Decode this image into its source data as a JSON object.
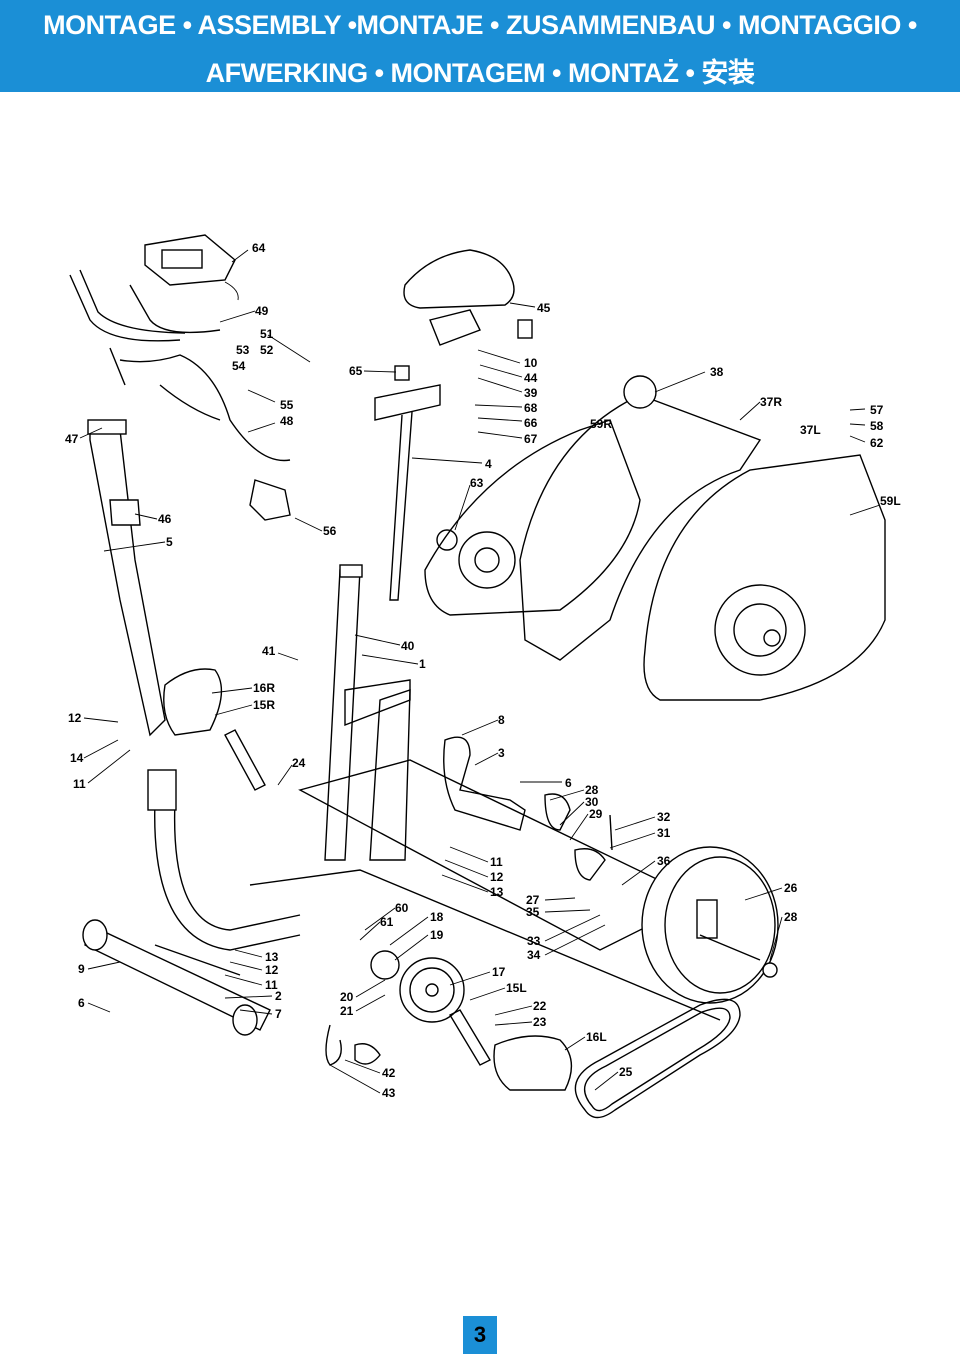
{
  "header": {
    "line1": "MONTAGE • ASSEMBLY •MONTAJE • ZUSAMMENBAU • MONTAGGIO •",
    "line2": "AFWERKING • MONTAGEM • MONTAŻ • 安装"
  },
  "colors": {
    "header_bg": "#1b8fd6",
    "header_text": "#ffffff",
    "line_art": "#000000"
  },
  "callouts": {
    "c64": "64",
    "c49": "49",
    "c51": "51",
    "c53": "53",
    "c52": "52",
    "c54": "54",
    "c55": "55",
    "c48": "48",
    "c47": "47",
    "c65": "65",
    "c45": "45",
    "c10": "10",
    "c44": "44",
    "c39": "39",
    "c68": "68",
    "c66": "66",
    "c67": "67",
    "c4": "4",
    "c63": "63",
    "c38": "38",
    "c37R": "37R",
    "c57": "57",
    "c58": "58",
    "c62": "62",
    "c59R": "59R",
    "c37L": "37L",
    "c59L": "59L",
    "c46": "46",
    "c5": "5",
    "c56": "56",
    "c41": "41",
    "c40": "40",
    "c1": "1",
    "c16R": "16R",
    "c15R": "15R",
    "c12a": "12",
    "c14": "14",
    "c11a": "11",
    "c24": "24",
    "c8": "8",
    "c3": "3",
    "c6a": "6",
    "c28a": "28",
    "c30": "30",
    "c29": "29",
    "c32": "32",
    "c31": "31",
    "c36": "36",
    "c11b": "11",
    "c12b": "12",
    "c13a": "13",
    "c27": "27",
    "c35": "35",
    "c26": "26",
    "c28b": "28",
    "c60": "60",
    "c61": "61",
    "c18": "18",
    "c19": "19",
    "c33": "33",
    "c34": "34",
    "c13b": "13",
    "c12c": "12",
    "c11c": "11",
    "c2": "2",
    "c7": "7",
    "c9": "9",
    "c6b": "6",
    "c17": "17",
    "c15L": "15L",
    "c20": "20",
    "c21": "21",
    "c22": "22",
    "c23": "23",
    "c16L": "16L",
    "c25": "25",
    "c42": "42",
    "c43": "43"
  },
  "page_number": "3"
}
